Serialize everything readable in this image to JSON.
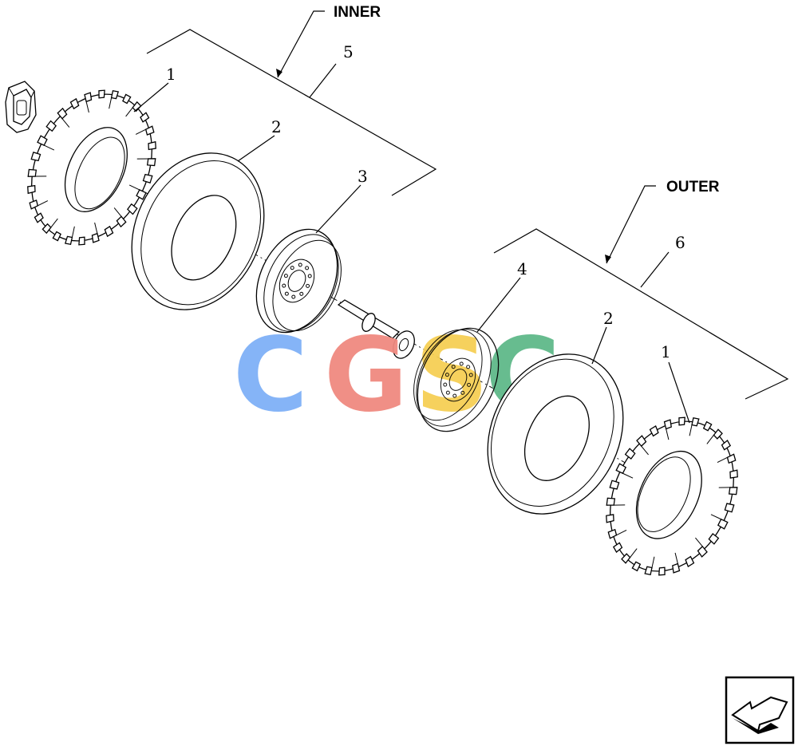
{
  "group_labels": {
    "inner": "INNER",
    "outer": "OUTER"
  },
  "callouts": {
    "inner_assembly": "5",
    "outer_assembly": "6",
    "tire_inner": "1",
    "tube_inner": "2",
    "rim_inner": "3",
    "rim_outer": "4",
    "tube_outer": "2",
    "tire_outer": "1"
  },
  "watermark": {
    "letters": [
      "C",
      "G",
      "S",
      "C"
    ],
    "colors": [
      "#7fb0f7",
      "#f08a80",
      "#f6cf55",
      "#5fb98a"
    ]
  },
  "icons": {
    "bracket": "hub-bracket-icon",
    "nav": "back-arrow-icon"
  }
}
